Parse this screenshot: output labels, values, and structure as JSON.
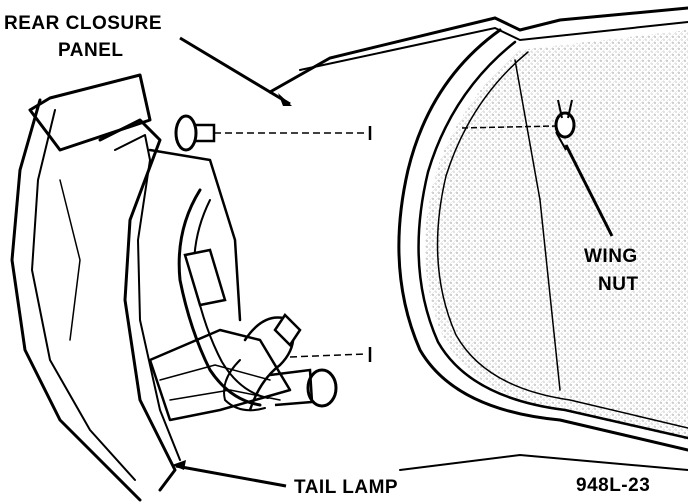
{
  "labels": {
    "rear_closure": "REAR CLOSURE",
    "panel": "PANEL",
    "wing": "WING",
    "nut": "NUT",
    "tail_lamp": "TAIL LAMP",
    "figure_id": "948L-23"
  },
  "colors": {
    "ink": "#000000",
    "paper": "#ffffff",
    "stipple": "#9a9a9a"
  },
  "icons": [
    "wing-nut-icon",
    "bolt-icon",
    "bulb-socket-icon",
    "wire-harness-icon"
  ]
}
